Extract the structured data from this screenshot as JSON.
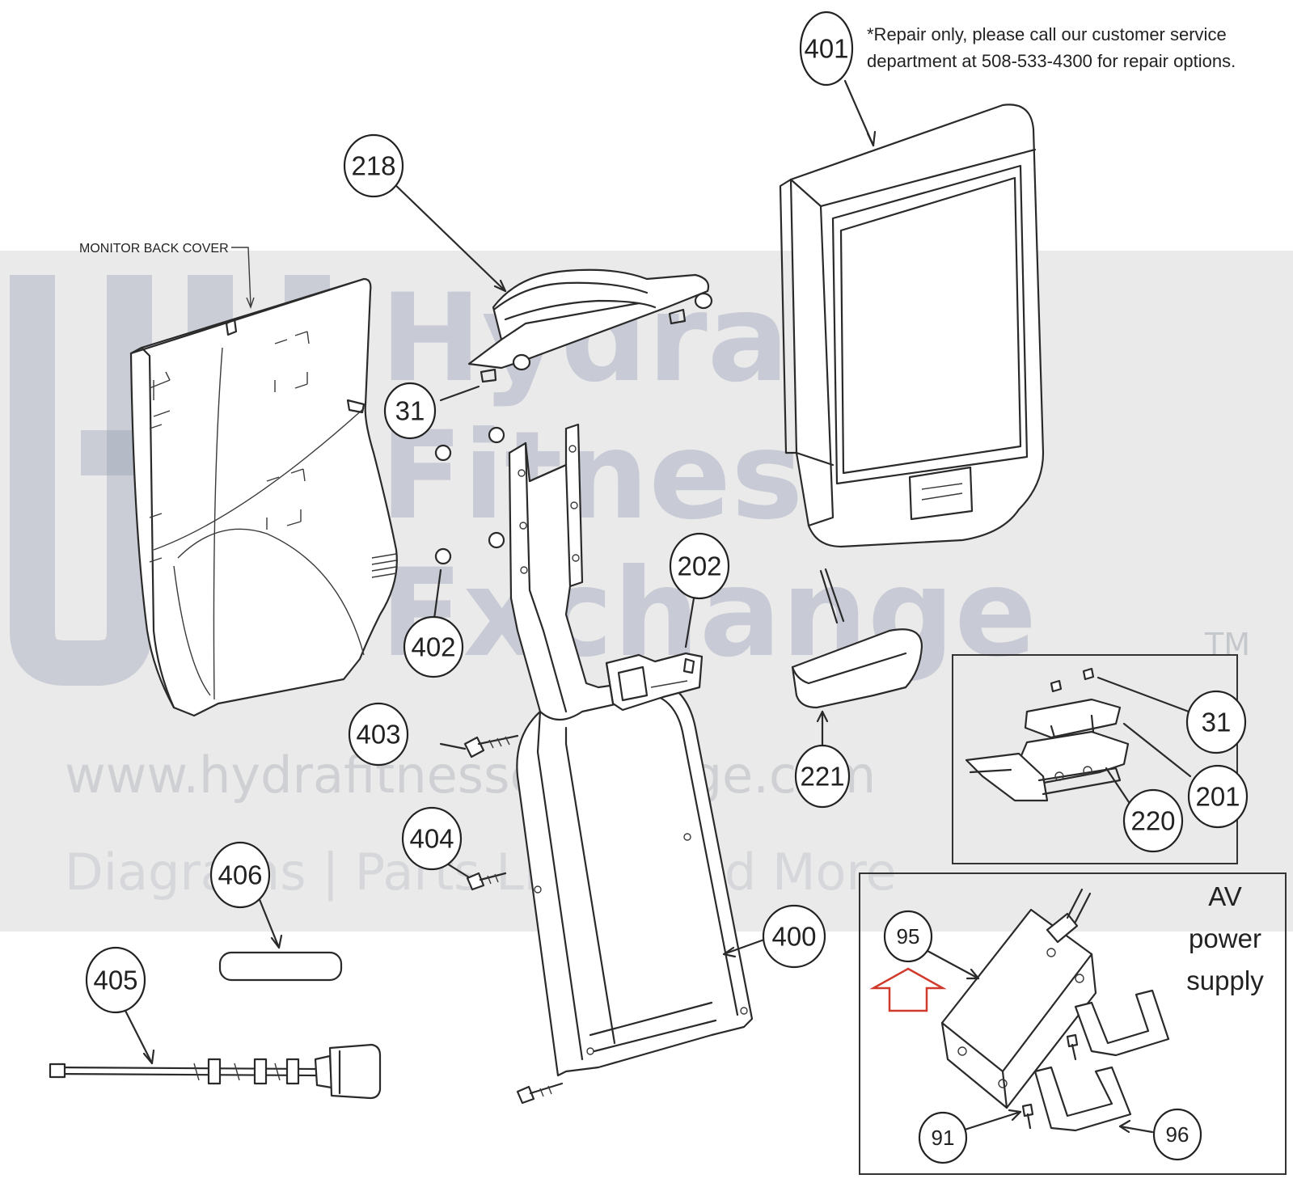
{
  "note": {
    "line1": "*Repair only, please call our customer service",
    "line2": "department at 508-533-4300 for repair options."
  },
  "labels": {
    "monitor_back_cover": "MONITOR BACK COVER",
    "av_line1": "AV",
    "av_line2": "power",
    "av_line3": "supply"
  },
  "callouts": {
    "c401": "401",
    "c218": "218",
    "c31a": "31",
    "c402": "402",
    "c202": "202",
    "c403": "403",
    "c221": "221",
    "c404": "404",
    "c406": "406",
    "c400": "400",
    "c405": "405",
    "c31b": "31",
    "c201": "201",
    "c220": "220",
    "c95": "95",
    "c91": "91",
    "c96": "96"
  },
  "watermark": {
    "line1": "Hydra",
    "line2": "Fitness",
    "line3": "Exchange",
    "tm": "TM",
    "url": "www.hydrafitnessexchange.com",
    "sub": "Diagrams | Parts Lists | And More"
  },
  "colors": {
    "ink": "#222222",
    "watermark_band": "#d9d9d9",
    "accent_arrow": "#d13a2b"
  }
}
